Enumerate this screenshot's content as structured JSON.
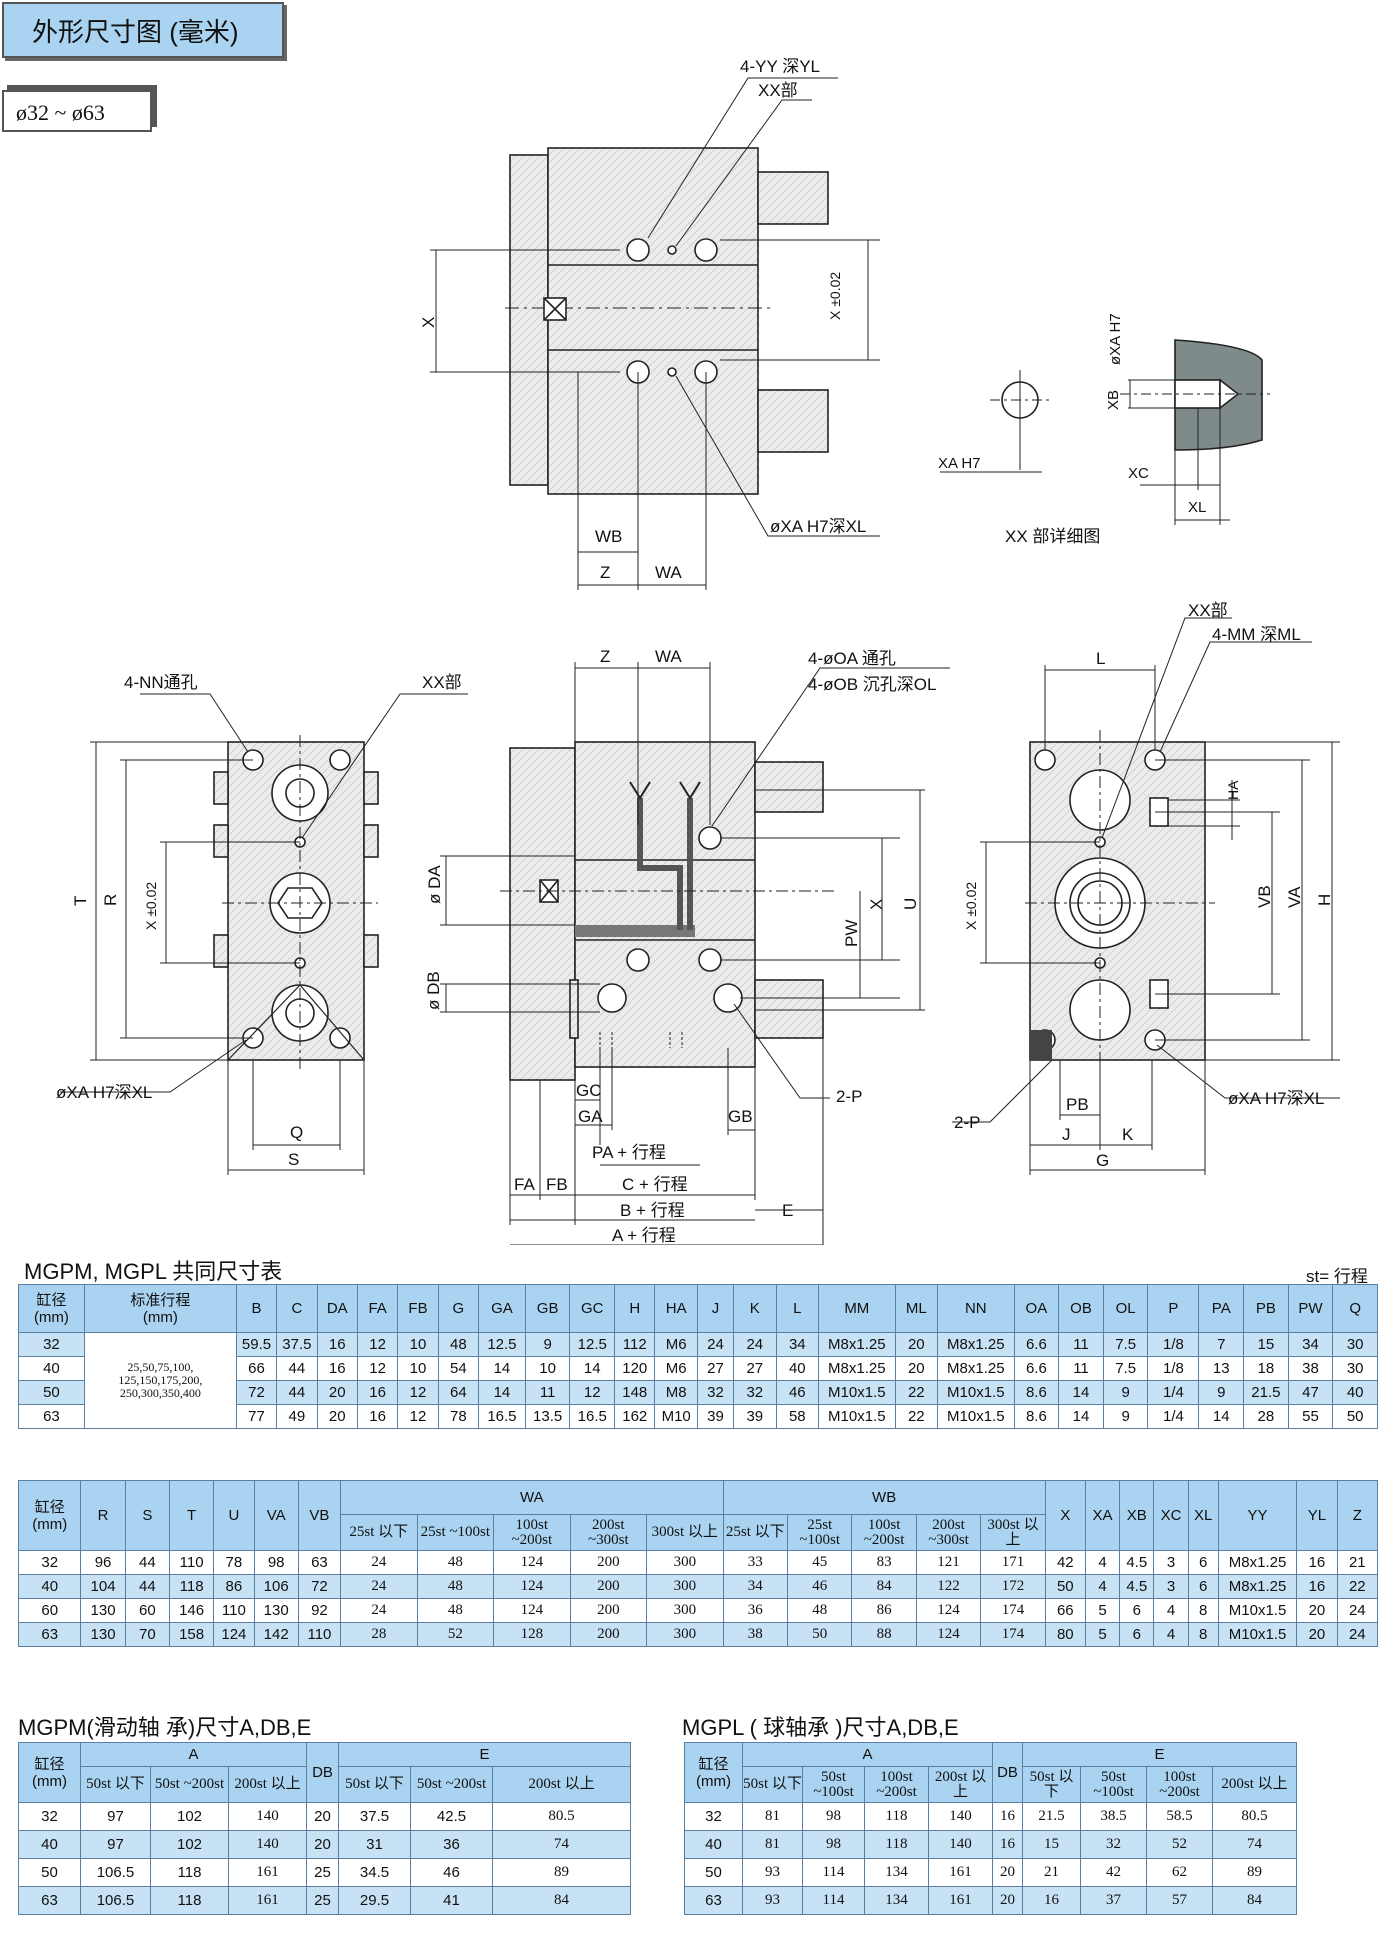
{
  "header": {
    "title": "外形尺寸图 (毫米)",
    "bore_range": "ø32 ~ ø63"
  },
  "drawing_labels": {
    "top_yy": "4-YY 深YL",
    "top_xx": "XX部",
    "top_x": "X",
    "top_x_tol": "X ±0.02",
    "top_xa": "øXA H7深XL",
    "top_wb": "WB",
    "top_z": "Z",
    "top_wa": "WA",
    "detail_caption": "XX 部详细图",
    "detail_xa": "XA H7",
    "detail_xb": "XB",
    "detail_xah7": "øXA H7",
    "detail_xc": "XC",
    "detail_xl": "XL",
    "left_nn": "4-NN通孔",
    "left_xx": "XX部",
    "left_t": "T",
    "left_r": "R",
    "left_x": "X ±0.02",
    "left_xa": "øXA H7深XL",
    "left_q": "Q",
    "left_s": "S",
    "mid_z": "Z",
    "mid_wa": "WA",
    "mid_oa": "4-øOA 通孔",
    "mid_ob": "4-øOB 沉孔深OL",
    "mid_da": "ø DA",
    "mid_db": "ø DB",
    "mid_pw": "PW",
    "mid_x": "X",
    "mid_u": "U",
    "mid_gc": "GC",
    "mid_ga": "GA",
    "mid_gb": "GB",
    "mid_2p": "2-P",
    "mid_pa": "PA + 行程",
    "mid_fa": "FA",
    "mid_fb": "FB",
    "mid_c": "C + 行程",
    "mid_b": "B + 行程",
    "mid_e": "E",
    "mid_a": "A + 行程",
    "right_xx": "XX部",
    "right_mm": "4-MM 深ML",
    "right_l": "L",
    "right_ha": "HA",
    "right_x": "X ±0.02",
    "right_vb": "VB",
    "right_va": "VA",
    "right_h": "H",
    "right_2p": "2-P",
    "right_xa": "øXA H7深XL",
    "right_pb": "PB",
    "right_j": "J",
    "right_k": "K",
    "right_g": "G"
  },
  "table1": {
    "title": "MGPM, MGPL 共同尺寸表",
    "note": "st= 行程",
    "headers": [
      "缸径\n(mm)",
      "标准行程\n(mm)",
      "B",
      "C",
      "DA",
      "FA",
      "FB",
      "G",
      "GA",
      "GB",
      "GC",
      "H",
      "HA",
      "J",
      "K",
      "L",
      "MM",
      "ML",
      "NN",
      "OA",
      "OB",
      "OL",
      "P",
      "PA",
      "PB",
      "PW",
      "Q"
    ],
    "stroke": "25,50,75,100,\n125,150,175,200,\n250,300,350,400",
    "rows": [
      [
        "32",
        "59.5",
        "37.5",
        "16",
        "12",
        "10",
        "48",
        "12.5",
        "9",
        "12.5",
        "112",
        "M6",
        "24",
        "24",
        "34",
        "M8x1.25",
        "20",
        "M8x1.25",
        "6.6",
        "11",
        "7.5",
        "1/8",
        "7",
        "15",
        "34",
        "30"
      ],
      [
        "40",
        "66",
        "44",
        "16",
        "12",
        "10",
        "54",
        "14",
        "10",
        "14",
        "120",
        "M6",
        "27",
        "27",
        "40",
        "M8x1.25",
        "20",
        "M8x1.25",
        "6.6",
        "11",
        "7.5",
        "1/8",
        "13",
        "18",
        "38",
        "30"
      ],
      [
        "50",
        "72",
        "44",
        "20",
        "16",
        "12",
        "64",
        "14",
        "11",
        "12",
        "148",
        "M8",
        "32",
        "32",
        "46",
        "M10x1.5",
        "22",
        "M10x1.5",
        "8.6",
        "14",
        "9",
        "1/4",
        "9",
        "21.5",
        "47",
        "40"
      ],
      [
        "63",
        "77",
        "49",
        "20",
        "16",
        "12",
        "78",
        "16.5",
        "13.5",
        "16.5",
        "162",
        "M10",
        "39",
        "39",
        "58",
        "M10x1.5",
        "22",
        "M10x1.5",
        "8.6",
        "14",
        "9",
        "1/4",
        "14",
        "28",
        "55",
        "50"
      ]
    ]
  },
  "table2": {
    "headers": [
      "缸径\n(mm)",
      "R",
      "S",
      "T",
      "U",
      "VA",
      "VB",
      "WA",
      "WB",
      "X",
      "XA",
      "XB",
      "XC",
      "XL",
      "YY",
      "YL",
      "Z"
    ],
    "stroke_headers": [
      "25st\n以下",
      "25st\n~100st",
      "100st\n~200st",
      "200st\n~300st",
      "300st\n以上"
    ],
    "rows": [
      [
        "32",
        "96",
        "44",
        "110",
        "78",
        "98",
        "63",
        "24",
        "48",
        "124",
        "200",
        "300",
        "33",
        "45",
        "83",
        "121",
        "171",
        "42",
        "4",
        "4.5",
        "3",
        "6",
        "M8x1.25",
        "16",
        "21"
      ],
      [
        "40",
        "104",
        "44",
        "118",
        "86",
        "106",
        "72",
        "24",
        "48",
        "124",
        "200",
        "300",
        "34",
        "46",
        "84",
        "122",
        "172",
        "50",
        "4",
        "4.5",
        "3",
        "6",
        "M8x1.25",
        "16",
        "22"
      ],
      [
        "60",
        "130",
        "60",
        "146",
        "110",
        "130",
        "92",
        "24",
        "48",
        "124",
        "200",
        "300",
        "36",
        "48",
        "86",
        "124",
        "174",
        "66",
        "5",
        "6",
        "4",
        "8",
        "M10x1.5",
        "20",
        "24"
      ],
      [
        "63",
        "130",
        "70",
        "158",
        "124",
        "142",
        "110",
        "28",
        "52",
        "128",
        "200",
        "300",
        "38",
        "50",
        "88",
        "124",
        "174",
        "80",
        "5",
        "6",
        "4",
        "8",
        "M10x1.5",
        "20",
        "24"
      ]
    ]
  },
  "table3": {
    "title": "MGPM(滑动轴 承)尺寸A,DB,E",
    "headers": [
      "缸径\n(mm)",
      "A",
      "DB",
      "E"
    ],
    "a_sub": [
      "50st\n以下",
      "50st\n~200st",
      "200st\n以上"
    ],
    "e_sub": [
      "50st\n以下",
      "50st\n~200st",
      "200st\n以上"
    ],
    "rows": [
      [
        "32",
        "97",
        "102",
        "140",
        "20",
        "37.5",
        "42.5",
        "80.5"
      ],
      [
        "40",
        "97",
        "102",
        "140",
        "20",
        "31",
        "36",
        "74"
      ],
      [
        "50",
        "106.5",
        "118",
        "161",
        "25",
        "34.5",
        "46",
        "89"
      ],
      [
        "63",
        "106.5",
        "118",
        "161",
        "25",
        "29.5",
        "41",
        "84"
      ]
    ]
  },
  "table4": {
    "title": "MGPL ( 球轴承 )尺寸A,DB,E",
    "headers": [
      "缸径\n(mm)",
      "A",
      "DB",
      "E"
    ],
    "a_sub": [
      "50st\n以下",
      "50st\n~100st",
      "100st\n~200st",
      "200st\n以上"
    ],
    "e_sub": [
      "50st\n以下",
      "50st\n~100st",
      "100st\n~200st",
      "200st\n以上"
    ],
    "rows": [
      [
        "32",
        "81",
        "98",
        "118",
        "140",
        "16",
        "21.5",
        "38.5",
        "58.5",
        "80.5"
      ],
      [
        "40",
        "81",
        "98",
        "118",
        "140",
        "16",
        "15",
        "32",
        "52",
        "74"
      ],
      [
        "50",
        "93",
        "114",
        "134",
        "161",
        "20",
        "21",
        "42",
        "62",
        "89"
      ],
      [
        "63",
        "93",
        "114",
        "134",
        "161",
        "20",
        "16",
        "37",
        "57",
        "84"
      ]
    ]
  }
}
